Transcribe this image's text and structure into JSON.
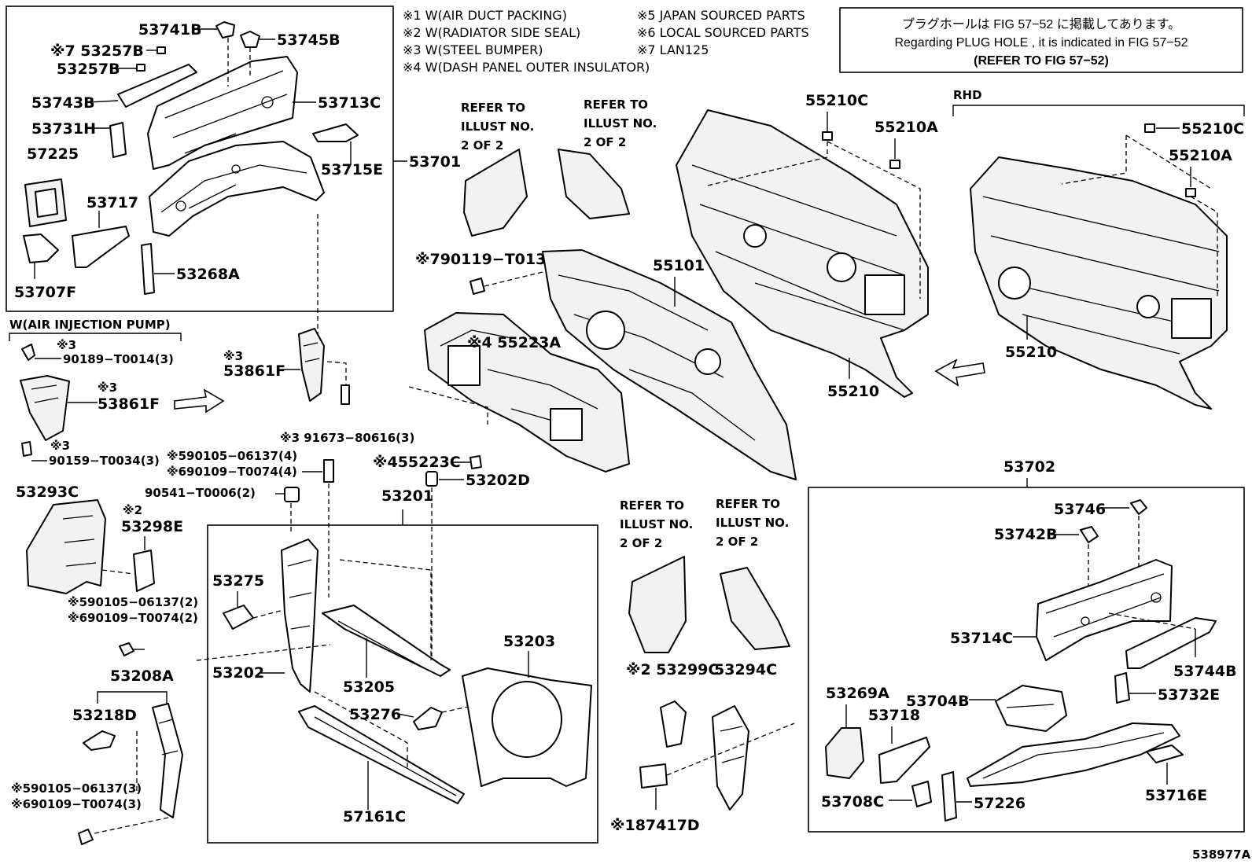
{
  "figure_id": "538977A",
  "notes": [
    "※1 W(AIR DUCT PACKING)",
    "※2 W(RADIATOR SIDE SEAL)",
    "※3 W(STEEL BUMPER)",
    "※4 W(DASH PANEL OUTER INSULATOR)",
    "※5 JAPAN SOURCED PARTS",
    "※6 LOCAL SOURCED PARTS",
    "※7 LAN125"
  ],
  "plug_hole_note": {
    "jp": "プラグホールは FIG 57−52 に掲載してあります。",
    "en": "Regarding  PLUG  HOLE , it is indicated in FIG  57−52",
    "ref": "(REFER  TO  FIG  57−52)"
  },
  "refer_to_text": [
    "REFER TO",
    "ILLUST NO.",
    "2 OF 2"
  ],
  "group_labels": {
    "rhd": "RHD",
    "air_injection": "W(AIR INJECTION PUMP)"
  },
  "part_labels": {
    "p53741B": "53741B",
    "p53745B": "53745B",
    "p53257B_7": "※7 53257B",
    "p53257B": "53257B",
    "p53743B": "53743B",
    "p53713C": "53713C",
    "p53731H": "53731H",
    "p57225": "57225",
    "p53715E": "53715E",
    "p53701": "53701",
    "p53717": "53717",
    "p53268A": "53268A",
    "p53707F": "53707F",
    "p90189": "90189−T0014(3)",
    "p90189_mark": "※3",
    "p53861F_left": "53861F",
    "p53861F_left_mark": "※3",
    "p90159": "90159−T0034(3)",
    "p90159_mark": "※3",
    "p53861F_mid": "53861F",
    "p53861F_mid_mark": "※3",
    "p91673": "※3 91673−80616(3)",
    "p90105_a": "※590105−06137(4)",
    "p90109_a": "※690109−T0074(4)",
    "p90541": "90541−T0006(2)",
    "p53293C": "53293C",
    "p53298E": "53298E",
    "p53298E_mark": "※2",
    "p90105_b": "※590105−06137(2)",
    "p90109_b": "※690109−T0074(2)",
    "p53208A": "53208A",
    "p53218D": "53218D",
    "p90105_c": "※590105−06137(3)",
    "p90109_c": "※690109−T0074(3)",
    "p790119": "※790119−T0130",
    "p55223A": "※4 55223A",
    "p55101": "55101",
    "p55223C": "※455223C",
    "p53202D": "53202D",
    "p53201": "53201",
    "p53275": "53275",
    "p53202": "53202",
    "p53205": "53205",
    "p53276": "53276",
    "p53203": "53203",
    "p57161C": "57161C",
    "p53299C": "※2 53299C",
    "p53294C": "53294C",
    "p87417D": "※187417D",
    "p55210C_a": "55210C",
    "p55210A_a": "55210A",
    "p55210_a": "55210",
    "p55210C_b": "55210C",
    "p55210A_b": "55210A",
    "p55210_b": "55210",
    "p53702": "53702",
    "p53746": "53746",
    "p53742B": "53742B",
    "p53714C": "53714C",
    "p53744B": "53744B",
    "p53732E": "53732E",
    "p53269A": "53269A",
    "p53704B": "53704B",
    "p53718": "53718",
    "p53708C": "53708C",
    "p57226": "57226",
    "p53716E": "53716E"
  }
}
